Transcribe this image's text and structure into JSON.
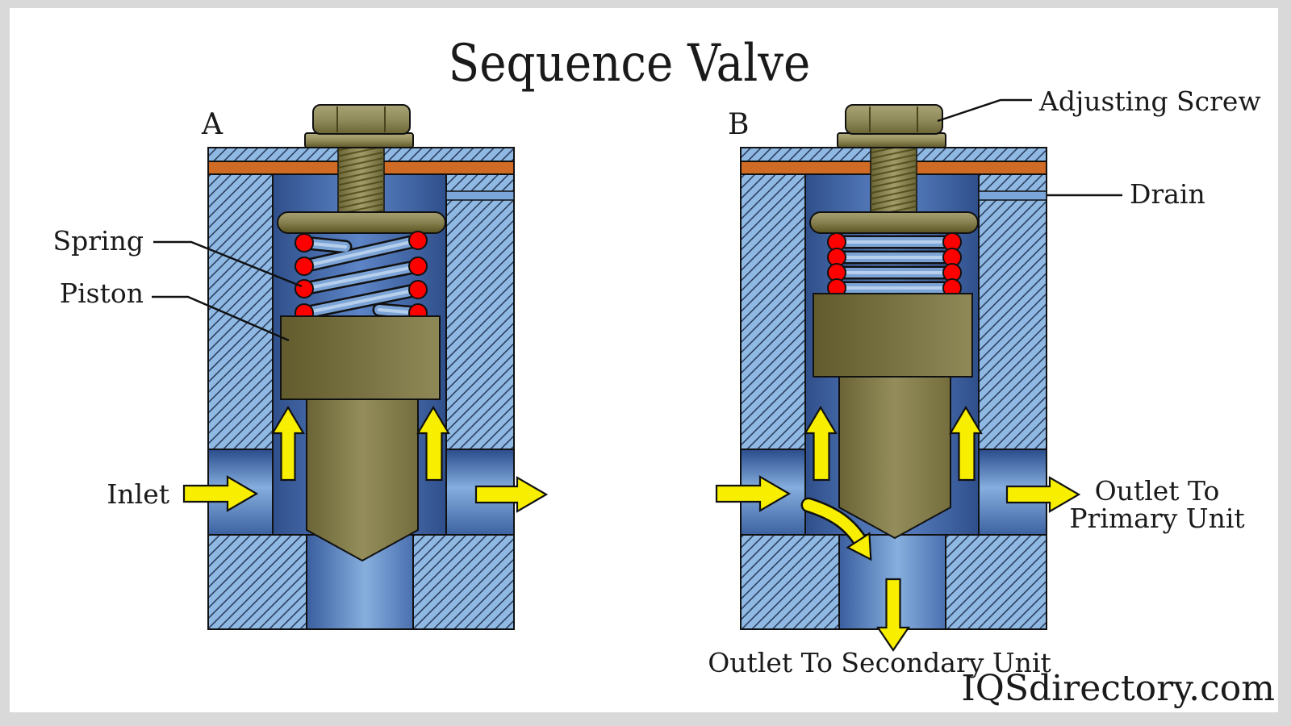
{
  "title": "Sequence Valve",
  "watermark": "IQSdirectory.com",
  "diagram": {
    "view_a": {
      "label": "A"
    },
    "view_b": {
      "label": "B"
    },
    "labels": {
      "spring": "Spring",
      "piston": "Piston",
      "inlet": "Inlet",
      "adjusting_screw": "Adjusting Screw",
      "drain": "Drain",
      "outlet_primary_line1": "Outlet To",
      "outlet_primary_line2": "Primary Unit",
      "outlet_secondary": "Outlet To Secondary Unit"
    },
    "colors": {
      "page_border_gray": "#d9d9d9",
      "canvas_white": "#ffffff",
      "body_hatch_fill": "#8fb9e3",
      "hatch_line": "#1d2e4e",
      "gasket_orange": "#cf6b24",
      "chamber_blue_dark": "#2f4f8b",
      "port_blue_light": "#85aede",
      "drain_blue": "#7ba6da",
      "metal_olive": "#8e8958",
      "spring_coil_blue": "#7ca4d7",
      "spring_end_red": "#ff0000",
      "flow_arrow_yellow": "#f7ee00",
      "outline_black": "#111111"
    }
  }
}
